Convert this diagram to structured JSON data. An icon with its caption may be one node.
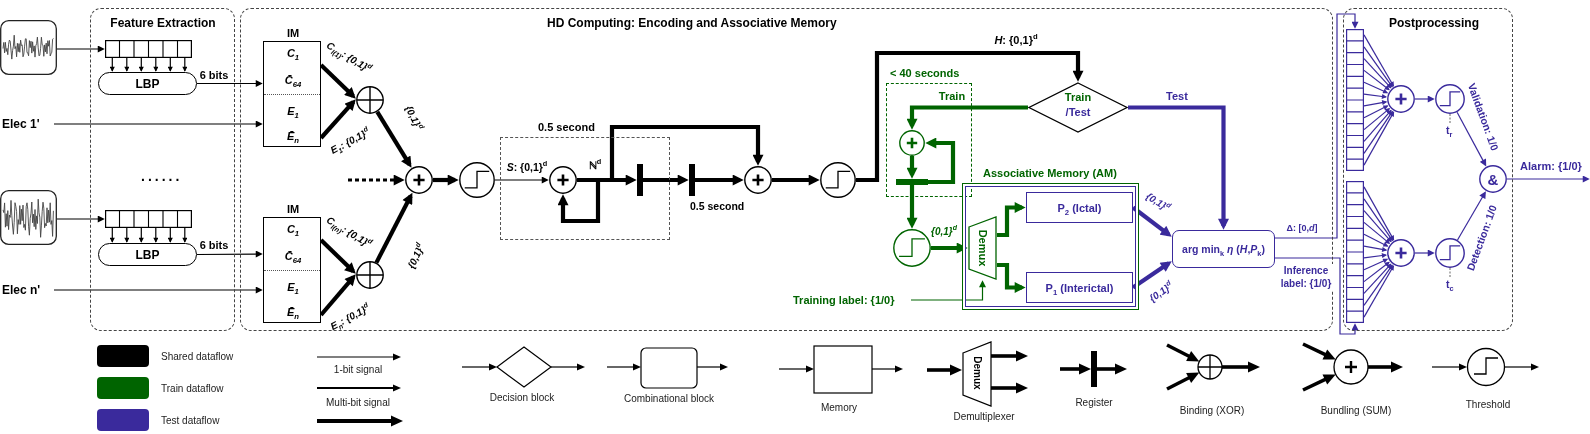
{
  "diagram": {
    "nodes": [
      {
        "text": [],
        "shape": "picture"
      },
      {
        "text": [
          "Feature Extraction"
        ]
      },
      {
        "text": [],
        "shape": "box",
        "in": 1
      },
      {
        "text": [
          "LBP"
        ],
        "in": 1
      },
      {
        "text": [
          "Elec 1'"
        ]
      },
      {
        "text": [],
        "shape": "picture"
      },
      {
        "text": [],
        "shape": "box",
        "in": 1
      },
      {
        "text": [
          "LBP"
        ],
        "in": 1
      },
      {
        "text": [
          "Elec n'"
        ]
      },
      {
        "text": [
          "HD Computing: Encoding and Associative Memory"
        ]
      },
      {
        "text": [
          "IM",
          "C$_{1}$",
          "C̄$_{64}$",
          "E$_{1}$",
          "Ē$_{n}$"
        ],
        "in": 9
      },
      {
        "text": [],
        "shape": "circle",
        "in": 9
      },
      {
        "text": [
          "IM",
          "C$_{1}$",
          "C̄$_{64}$",
          "E$_{1}$",
          "Ē$_{n}$"
        ],
        "in": 9
      },
      {
        "text": [],
        "shape": "circle",
        "in": 9
      },
      {
        "text": [],
        "shape": "circle",
        "in": 9
      },
      {
        "text": [],
        "shape": "circle",
        "in": 9
      },
      {
        "text": [
          "0.5 second"
        ],
        "in": 9
      },
      {
        "text": [],
        "shape": "circle",
        "in": 16
      },
      {
        "text": [],
        "shape": "bar",
        "in": 16
      },
      {
        "text": [],
        "shape": "bar",
        "in": 9,
        "beside": [
          "0.5 second"
        ]
      },
      {
        "text": [],
        "shape": "circle",
        "in": 9
      },
      {
        "text": [],
        "shape": "circle",
        "in": 9
      },
      {
        "text": [
          "Train",
          "/Test"
        ],
        "in": 9
      },
      {
        "text": [
          "< 40 seconds"
        ],
        "in": 9
      },
      {
        "text": [],
        "shape": "circle",
        "in": 23
      },
      {
        "text": [],
        "shape": "bar",
        "in": 23
      },
      {
        "text": [],
        "shape": "circle",
        "in": 9
      },
      {
        "text": [
          "Associative Memory (AM)"
        ],
        "in": 9
      },
      {
        "text": [
          "Demux"
        ],
        "in": 27
      },
      {
        "text": [
          "P$_{2}$ (Ictal)"
        ],
        "in": 27
      },
      {
        "text": [
          "P$_{1}$ (Interictal)"
        ],
        "in": 27
      },
      {
        "text": [
          "Training label: {1/0}"
        ],
        "in": 9
      },
      {
        "text": [
          "arg min$_{k}$ *η* (*H*,*P*$_{k}$)"
        ],
        "in": 9
      },
      {
        "text": [
          "Postprocessing"
        ]
      },
      {
        "text": [],
        "shape": "box",
        "in": 33
      },
      {
        "text": [],
        "shape": "box",
        "in": 33
      },
      {
        "text": [],
        "shape": "circle",
        "in": 33
      },
      {
        "text": [],
        "shape": "circle",
        "in": 33,
        "beside": [
          "t$_{r}$"
        ]
      },
      {
        "text": [],
        "shape": "circle",
        "in": 33
      },
      {
        "text": [],
        "shape": "circle",
        "in": 33,
        "beside": [
          "t$_{c}$"
        ]
      },
      {
        "text": [
          "&"
        ],
        "in": 33
      }
    ],
    "edges": [
      {
        "from": 0,
        "to": 2,
        "arrow": "to"
      },
      {
        "from": 2,
        "to": 3,
        "arrow": "to"
      },
      {
        "from": 2,
        "to": 3,
        "arrow": "to"
      },
      {
        "from": 2,
        "to": 3,
        "arrow": "to"
      },
      {
        "from": 2,
        "to": 3,
        "arrow": "to"
      },
      {
        "from": 2,
        "to": 3,
        "arrow": "to"
      },
      {
        "from": 2,
        "to": 3,
        "arrow": "to"
      },
      {
        "from": 3,
        "to": 10,
        "arrow": "to",
        "label": "6 bits"
      },
      {
        "from": 4,
        "to": 10,
        "arrow": "to"
      },
      {
        "from": 5,
        "to": 6,
        "arrow": "to"
      },
      {
        "from": 6,
        "to": 7,
        "arrow": "to"
      },
      {
        "from": 6,
        "to": 7,
        "arrow": "to"
      },
      {
        "from": 6,
        "to": 7,
        "arrow": "to"
      },
      {
        "from": 6,
        "to": 7,
        "arrow": "to"
      },
      {
        "from": 6,
        "to": 7,
        "arrow": "to"
      },
      {
        "from": 6,
        "to": 7,
        "arrow": "to"
      },
      {
        "from": 7,
        "to": 12,
        "arrow": "to",
        "label": "6 bits"
      },
      {
        "from": 8,
        "to": 12,
        "arrow": "to"
      },
      {
        "from": 10,
        "to": 11,
        "arrow": "to",
        "style": "thick",
        "label": "C$_{l(1)}$: {0,1}$^{d}$"
      },
      {
        "from": 10,
        "to": 11,
        "arrow": "to",
        "style": "thick",
        "label": "E$_{1}$: {0,1}$^{d}$"
      },
      {
        "from": 11,
        "to": 14,
        "arrow": "to",
        "style": "thick",
        "label": "{0,1}$^{d}$"
      },
      {
        "from": null,
        "to": 14,
        "arrow": "to",
        "style": "dashed"
      },
      {
        "from": 12,
        "to": 13,
        "arrow": "to",
        "style": "thick",
        "label": "C$_{l(n)}$: {0,1}$^{d}$"
      },
      {
        "from": 12,
        "to": 13,
        "arrow": "to",
        "style": "thick",
        "label": "E$_{n}$: {0,1}$^{d}$"
      },
      {
        "from": 13,
        "to": 14,
        "arrow": "to",
        "style": "thick",
        "label": "{0,1}$^{d}$"
      },
      {
        "from": 14,
        "to": 15,
        "arrow": "to",
        "style": "thick"
      },
      {
        "from": 15,
        "to": 17,
        "arrow": "to",
        "label": "*S*: {0,1}$^{d}$"
      },
      {
        "from": 17,
        "to": 17,
        "arrow": "to",
        "style": "thick"
      },
      {
        "from": 17,
        "to": 18,
        "arrow": "to",
        "style": "thick",
        "label": "ℕ$^{d}$"
      },
      {
        "from": 17,
        "to": 20,
        "arrow": "to",
        "style": "thick"
      },
      {
        "from": 18,
        "to": 19,
        "arrow": "to",
        "style": "thick"
      },
      {
        "from": 19,
        "to": 20,
        "arrow": "to",
        "style": "thick"
      },
      {
        "from": 20,
        "to": 21,
        "arrow": "to",
        "style": "thick"
      },
      {
        "from": 21,
        "to": 22,
        "arrow": "to",
        "style": "thick",
        "label": "*H*: {0,1}$^{d}$"
      },
      {
        "from": 22,
        "to": 24,
        "arrow": "to",
        "style": "thick",
        "color": "#006400",
        "label": "Train"
      },
      {
        "from": 24,
        "to": 25,
        "arrow": "to",
        "style": "thick",
        "color": "#006400"
      },
      {
        "from": 25,
        "to": 24,
        "arrow": "to",
        "style": "thick",
        "color": "#006400"
      },
      {
        "from": 25,
        "to": 26,
        "arrow": "to",
        "style": "thick",
        "color": "#006400"
      },
      {
        "from": 26,
        "to": 28,
        "arrow": "to",
        "style": "thick",
        "color": "#006400",
        "label": "{0,1}$^{d}$"
      },
      {
        "from": 31,
        "to": 28,
        "arrow": "to",
        "color": "#006400"
      },
      {
        "from": 28,
        "to": 29,
        "arrow": "to",
        "style": "thick",
        "color": "#006400"
      },
      {
        "from": 28,
        "to": 30,
        "arrow": "to",
        "style": "thick",
        "color": "#006400"
      },
      {
        "from": 22,
        "to": 32,
        "arrow": "to",
        "style": "thick",
        "color": "#3a2a9c",
        "label": "Test"
      },
      {
        "from": 29,
        "to": 32,
        "arrow": "to",
        "style": "thick",
        "color": "#3a2a9c",
        "label": "{0,1}$^{d}$"
      },
      {
        "from": 30,
        "to": 32,
        "arrow": "to",
        "style": "thick",
        "color": "#3a2a9c",
        "label": "{0,1}$^{d}$"
      },
      {
        "from": 32,
        "to": 34,
        "arrow": "to",
        "color": "#3a2a9c",
        "label": "Δ: [0,*d*]"
      },
      {
        "from": 32,
        "to": 35,
        "arrow": "to",
        "color": "#3a2a9c",
        "label": "Inference label: {1/0}"
      },
      {
        "from": 34,
        "to": 36,
        "arrow": "to",
        "color": "#3a2a9c"
      },
      {
        "from": 34,
        "to": 36,
        "arrow": "to",
        "color": "#3a2a9c"
      },
      {
        "from": 34,
        "to": 36,
        "arrow": "to",
        "color": "#3a2a9c"
      },
      {
        "from": 34,
        "to": 36,
        "arrow": "to",
        "color": "#3a2a9c"
      },
      {
        "from": 34,
        "to": 36,
        "arrow": "to",
        "color": "#3a2a9c"
      },
      {
        "from": 34,
        "to": 36,
        "arrow": "to",
        "color": "#3a2a9c"
      },
      {
        "from": 34,
        "to": 36,
        "arrow": "to",
        "color": "#3a2a9c"
      },
      {
        "from": 34,
        "to": 36,
        "arrow": "to",
        "color": "#3a2a9c"
      },
      {
        "from": 34,
        "to": 36,
        "arrow": "to",
        "color": "#3a2a9c"
      },
      {
        "from": 34,
        "to": 36,
        "arrow": "to",
        "color": "#3a2a9c"
      },
      {
        "from": 34,
        "to": 36,
        "arrow": "to",
        "color": "#3a2a9c"
      },
      {
        "from": 34,
        "to": 36,
        "arrow": "to",
        "color": "#3a2a9c"
      },
      {
        "from": 35,
        "to": 38,
        "arrow": "to",
        "color": "#3a2a9c"
      },
      {
        "from": 35,
        "to": 38,
        "arrow": "to",
        "color": "#3a2a9c"
      },
      {
        "from": 35,
        "to": 38,
        "arrow": "to",
        "color": "#3a2a9c"
      },
      {
        "from": 35,
        "to": 38,
        "arrow": "to",
        "color": "#3a2a9c"
      },
      {
        "from": 35,
        "to": 38,
        "arrow": "to",
        "color": "#3a2a9c"
      },
      {
        "from": 35,
        "to": 38,
        "arrow": "to",
        "color": "#3a2a9c"
      },
      {
        "from": 35,
        "to": 38,
        "arrow": "to",
        "color": "#3a2a9c"
      },
      {
        "from": 35,
        "to": 38,
        "arrow": "to",
        "color": "#3a2a9c"
      },
      {
        "from": 35,
        "to": 38,
        "arrow": "to",
        "color": "#3a2a9c"
      },
      {
        "from": 35,
        "to": 38,
        "arrow": "to",
        "color": "#3a2a9c"
      },
      {
        "from": 35,
        "to": 38,
        "arrow": "to",
        "color": "#3a2a9c"
      },
      {
        "from": 35,
        "to": 38,
        "arrow": "to",
        "color": "#3a2a9c"
      },
      {
        "from": 36,
        "to": 37,
        "arrow": "to",
        "color": "#3a2a9c"
      },
      {
        "from": 38,
        "to": 39,
        "arrow": "to",
        "color": "#3a2a9c"
      },
      {
        "from": 37,
        "to": 40,
        "arrow": "to",
        "color": "#3a2a9c",
        "label": "Validation: 1/0"
      },
      {
        "from": 39,
        "to": 40,
        "arrow": "to",
        "color": "#3a2a9c",
        "label": "Detection: 1/0"
      },
      {
        "from": 40,
        "to": null,
        "arrow": "to",
        "color": "#3a2a9c",
        "label": "Alarm: {1/0}"
      }
    ],
    "labels": [
      "......",
      "Demux"
    ],
    "legend": [
      {
        "text": "Shared dataflow",
        "color": "#000000"
      },
      {
        "text": "Train dataflow",
        "color": "#006400"
      },
      {
        "text": "Test dataflow",
        "color": "#3a2a9c"
      },
      {
        "text": "1-bit signal"
      },
      {
        "text": "Multi-bit signal"
      },
      {
        "text": "Decision block"
      },
      {
        "text": "Combinational block"
      },
      {
        "text": "Memory"
      },
      {
        "text": "Demultiplexer"
      },
      {
        "text": "Register"
      },
      {
        "text": "Binding (XOR)"
      },
      {
        "text": "Bundling (SUM)"
      },
      {
        "text": "Threshold"
      }
    ]
  }
}
